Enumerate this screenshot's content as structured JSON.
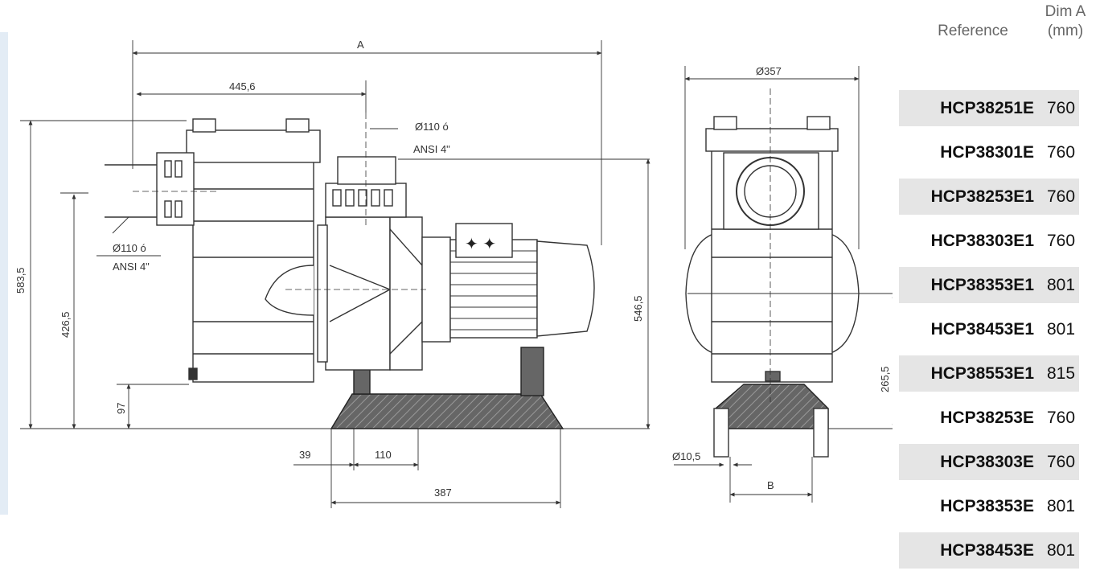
{
  "drawing": {
    "side_view": {
      "dim_A": "A",
      "dim_445": "445,6",
      "dim_outlet_dia": "Ø110 ó",
      "dim_outlet_ansi": "ANSI 4\"",
      "dim_inlet_dia": "Ø110 ó",
      "dim_inlet_ansi": "ANSI 4\"",
      "dim_583": "583,5",
      "dim_426": "426,5",
      "dim_546": "546,5",
      "dim_97": "97",
      "dim_39": "39",
      "dim_110": "110",
      "dim_387": "387"
    },
    "front_view": {
      "dim_357": "Ø357",
      "dim_265": "265,5",
      "dim_hole": "Ø10,5",
      "dim_B": "B"
    }
  },
  "table": {
    "header_reference": "Reference",
    "header_dim_line1": "Dim A",
    "header_dim_line2": "(mm)",
    "rows": [
      {
        "reference": "HCP38251E",
        "dim_a": "760"
      },
      {
        "reference": "HCP38301E",
        "dim_a": "760"
      },
      {
        "reference": "HCP38253E1",
        "dim_a": "760"
      },
      {
        "reference": "HCP38303E1",
        "dim_a": "760"
      },
      {
        "reference": "HCP38353E1",
        "dim_a": "801"
      },
      {
        "reference": "HCP38453E1",
        "dim_a": "801"
      },
      {
        "reference": "HCP38553E1",
        "dim_a": "815"
      },
      {
        "reference": "HCP38253E",
        "dim_a": "760"
      },
      {
        "reference": "HCP38303E",
        "dim_a": "760"
      },
      {
        "reference": "HCP38353E",
        "dim_a": "801"
      },
      {
        "reference": "HCP38453E",
        "dim_a": "801"
      }
    ]
  }
}
